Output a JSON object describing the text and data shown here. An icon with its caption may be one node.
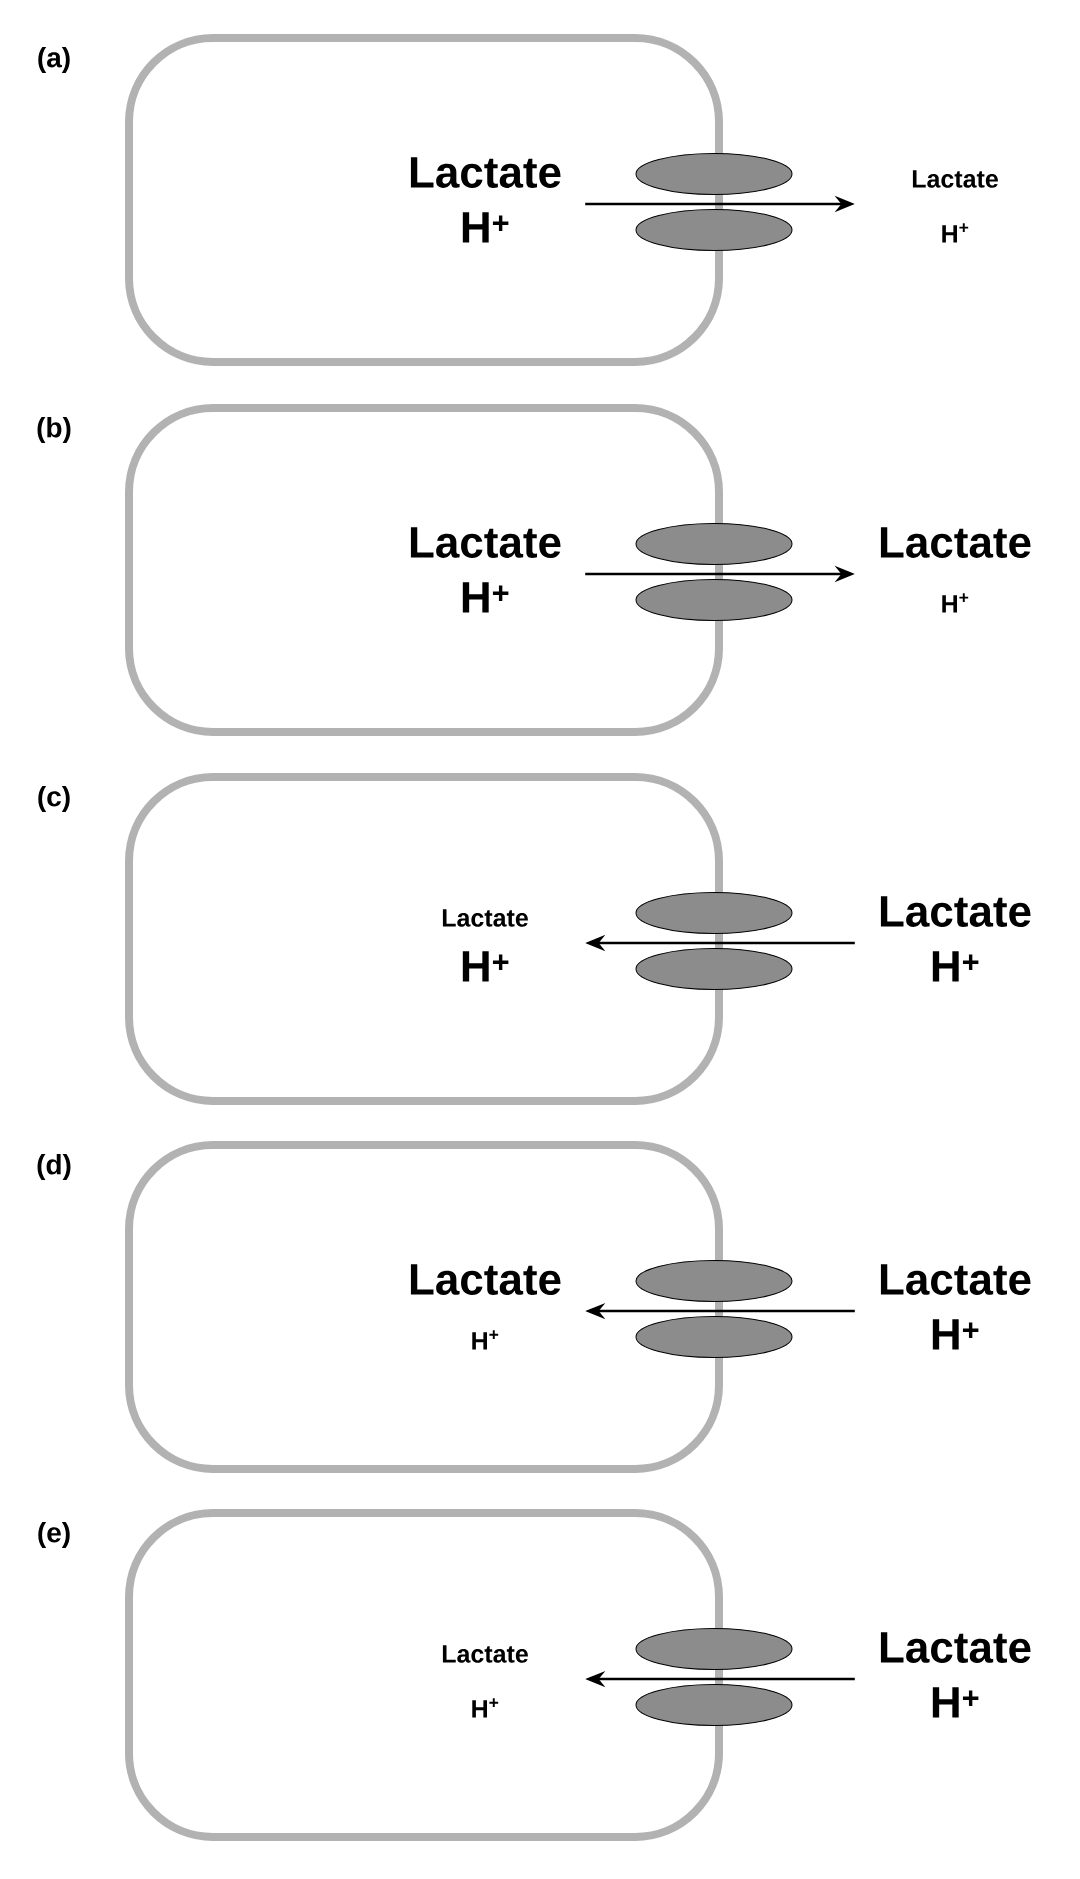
{
  "diagram": {
    "nodes": [
      {
        "text": [],
        "shape": "box"
      },
      {
        "text": [
          "Lactate",
          "H$^{+}$"
        ],
        "in": 0
      },
      {
        "text": [
          "Lactate",
          "H$^{+}$"
        ]
      },
      {
        "text": [],
        "shape": "box"
      },
      {
        "text": [
          "Lactate",
          "H$^{+}$"
        ],
        "in": 3
      },
      {
        "text": [
          "Lactate",
          "H$^{+}$"
        ]
      },
      {
        "text": [],
        "shape": "box"
      },
      {
        "text": [
          "Lactate",
          "H$^{+}$"
        ],
        "in": 6
      },
      {
        "text": [
          "Lactate",
          "H$^{+}$"
        ]
      },
      {
        "text": [],
        "shape": "box"
      },
      {
        "text": [
          "Lactate",
          "H$^{+}$"
        ],
        "in": 9
      },
      {
        "text": [
          "Lactate",
          "H$^{+}$"
        ]
      },
      {
        "text": [],
        "shape": "box"
      },
      {
        "text": [
          "Lactate",
          "H$^{+}$"
        ],
        "in": 12
      },
      {
        "text": [
          "Lactate",
          "H$^{+}$"
        ]
      }
    ],
    "edges": [
      {
        "from": 1,
        "to": 2,
        "arrow": "to"
      },
      {
        "from": 4,
        "to": 5,
        "arrow": "to"
      },
      {
        "from": 8,
        "to": 7,
        "arrow": "to"
      },
      {
        "from": 11,
        "to": 10,
        "arrow": "to"
      },
      {
        "from": 14,
        "to": 13,
        "arrow": "to"
      }
    ],
    "labels": [
      "(a)",
      "(b)",
      "(c)",
      "(d)",
      "(e)"
    ]
  }
}
